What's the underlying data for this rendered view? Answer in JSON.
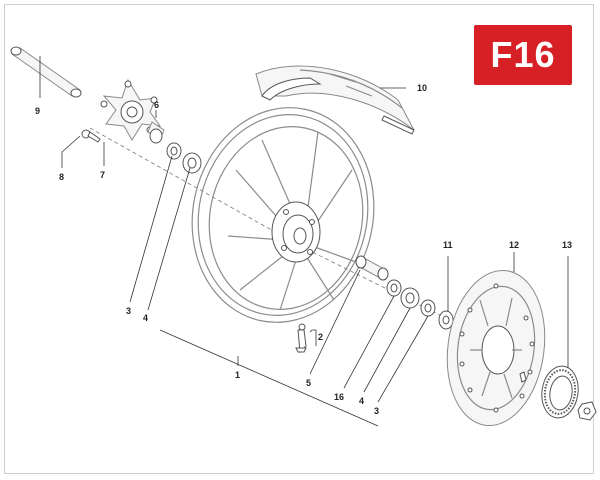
{
  "badge": {
    "code": "F16",
    "color": "#d71f26"
  },
  "callouts": {
    "c1": "1",
    "c2": "2",
    "c3a": "3",
    "c3b": "3",
    "c4a": "4",
    "c4b": "4",
    "c5": "5",
    "c6": "6",
    "c7": "7",
    "c8": "8",
    "c9": "9",
    "c10": "10",
    "c11": "11",
    "c12": "12",
    "c13": "13",
    "c16": "16"
  }
}
